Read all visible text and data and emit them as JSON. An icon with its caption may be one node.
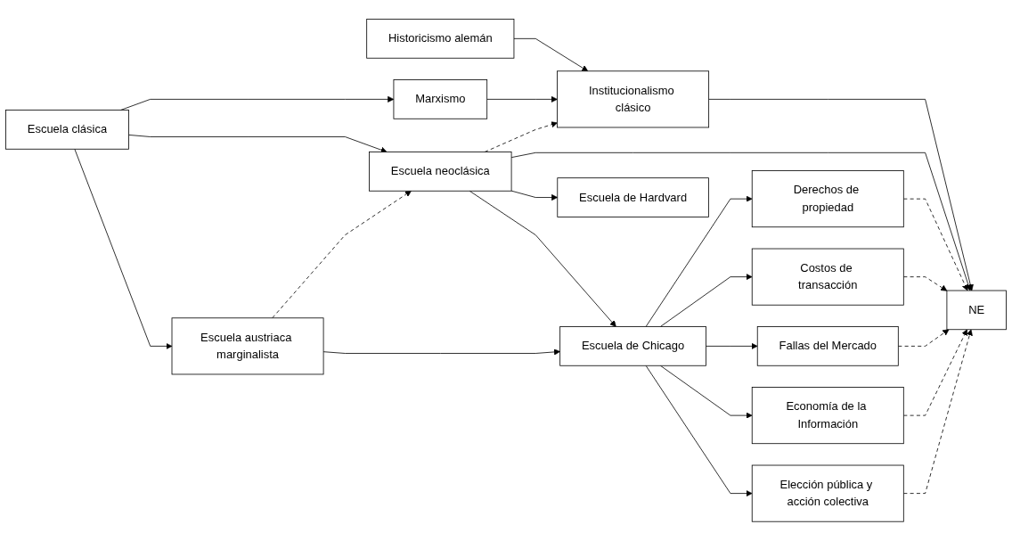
{
  "diagram": {
    "nodes": [
      {
        "text": [
          "Historicismo alemán"
        ]
      },
      {
        "text": [
          "Institucionalismo clásico"
        ]
      },
      {
        "text": [
          "NE"
        ]
      },
      {
        "text": [
          "Derechos de propiedad"
        ]
      },
      {
        "text": [
          "Marxismo"
        ]
      },
      {
        "text": [
          "Costos de transacción"
        ]
      },
      {
        "text": [
          "Escuela de Hardvard"
        ]
      },
      {
        "text": [
          "Fallas del Mercado"
        ]
      },
      {
        "text": [
          "Escuela clásica"
        ]
      },
      {
        "text": [
          "Escuela neoclásica"
        ]
      },
      {
        "text": [
          "Economía de la Información"
        ]
      },
      {
        "text": [
          "Escuela de Chicago"
        ]
      },
      {
        "text": [
          "Elección pública y acción colectiva"
        ]
      },
      {
        "text": [
          "Escuela austriaca marginalista"
        ]
      }
    ],
    "edges": [
      {
        "from": 0,
        "to": 1,
        "arrow": "to"
      },
      {
        "from": 1,
        "to": 2,
        "arrow": "to"
      },
      {
        "from": 3,
        "to": 2,
        "arrow": "to",
        "style": "dashed"
      },
      {
        "from": 4,
        "to": 1,
        "arrow": "to"
      },
      {
        "from": 8,
        "to": 4,
        "arrow": "to"
      },
      {
        "from": 8,
        "to": 9,
        "arrow": "to"
      },
      {
        "from": 8,
        "to": 13,
        "arrow": "to"
      },
      {
        "from": 9,
        "to": 1,
        "arrow": "to",
        "style": "dashed"
      },
      {
        "from": 9,
        "to": 2,
        "arrow": "to"
      },
      {
        "from": 9,
        "to": 6,
        "arrow": "to"
      },
      {
        "from": 9,
        "to": 11,
        "arrow": "to"
      },
      {
        "from": 13,
        "to": 9,
        "arrow": "to",
        "style": "dashed"
      },
      {
        "from": 13,
        "to": 11,
        "arrow": "to"
      },
      {
        "from": 11,
        "to": 3,
        "arrow": "to"
      },
      {
        "from": 11,
        "to": 5,
        "arrow": "to"
      },
      {
        "from": 11,
        "to": 7,
        "arrow": "to"
      },
      {
        "from": 11,
        "to": 10,
        "arrow": "to"
      },
      {
        "from": 11,
        "to": 12,
        "arrow": "to"
      },
      {
        "from": 5,
        "to": 2,
        "arrow": "to",
        "style": "dashed"
      },
      {
        "from": 7,
        "to": 2,
        "arrow": "to",
        "style": "dashed"
      },
      {
        "from": 10,
        "to": 2,
        "arrow": "to",
        "style": "dashed"
      },
      {
        "from": 12,
        "to": 2,
        "arrow": "to",
        "style": "dashed"
      }
    ]
  }
}
